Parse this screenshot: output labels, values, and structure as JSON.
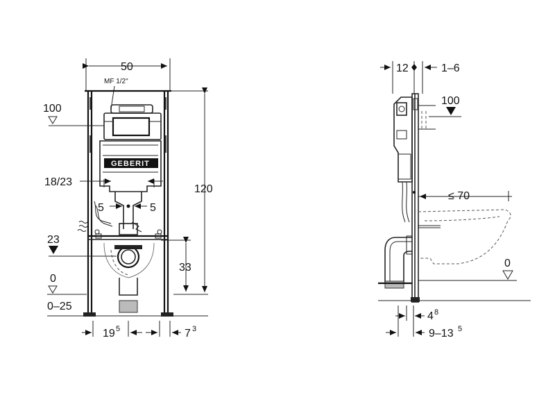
{
  "front_view": {
    "width": "50",
    "pipe_label": "MF 1/2\"",
    "level_top": "100",
    "height": "120",
    "brand": "GEBERIT",
    "distance_18_23": "18/23",
    "left_5": "5",
    "right_5": "5",
    "level_23": "23",
    "height_33": "33",
    "level_0": "0",
    "range_0_25": "0–25",
    "bottom_left_main": "19",
    "bottom_left_sup": "5",
    "bottom_right_main": "7",
    "bottom_right_sup": "3"
  },
  "side_view": {
    "depth_12": "12",
    "range_1_6": "1–6",
    "level_top": "100",
    "reach_70": "≤ 70",
    "level_0": "0",
    "depth_4_main": "4",
    "depth_4_sup": "8",
    "range_9_13_main": "9–13",
    "range_9_13_sup": "5"
  }
}
